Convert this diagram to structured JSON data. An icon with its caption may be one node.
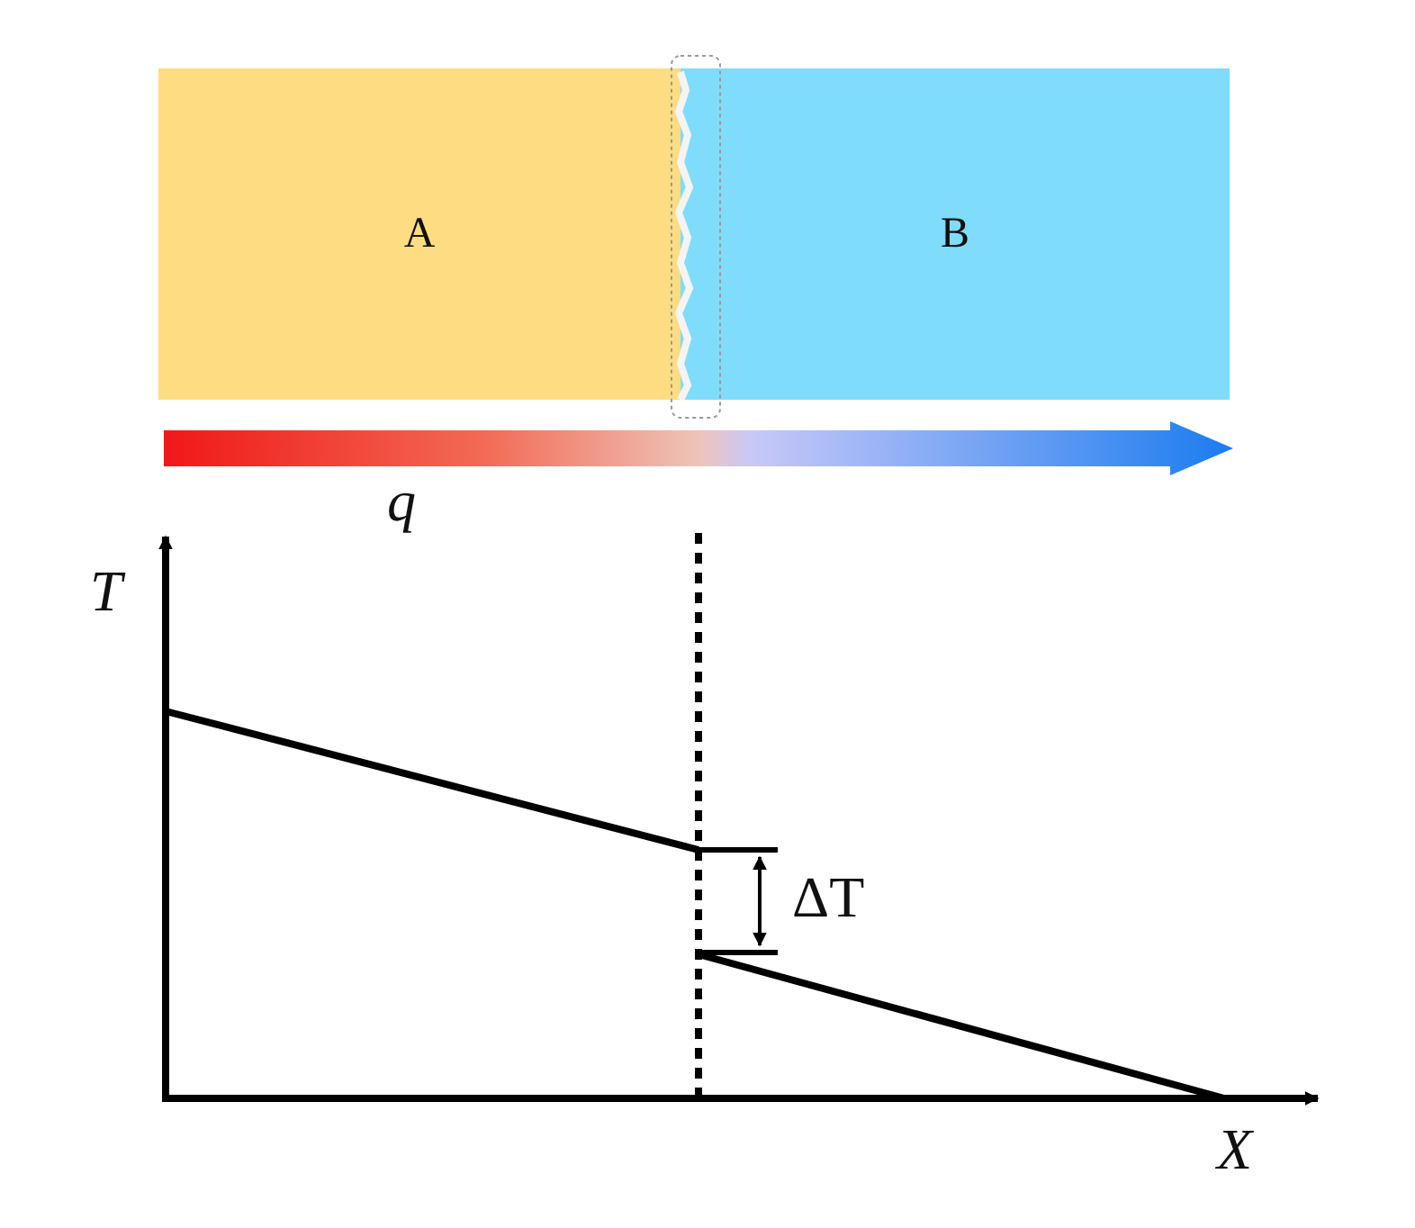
{
  "diagram": {
    "nodes": [
      {
        "text": [
          "A"
        ]
      },
      {
        "text": [
          "B"
        ]
      }
    ],
    "labels": [
      "q",
      "T",
      "X",
      "ΔT"
    ]
  }
}
